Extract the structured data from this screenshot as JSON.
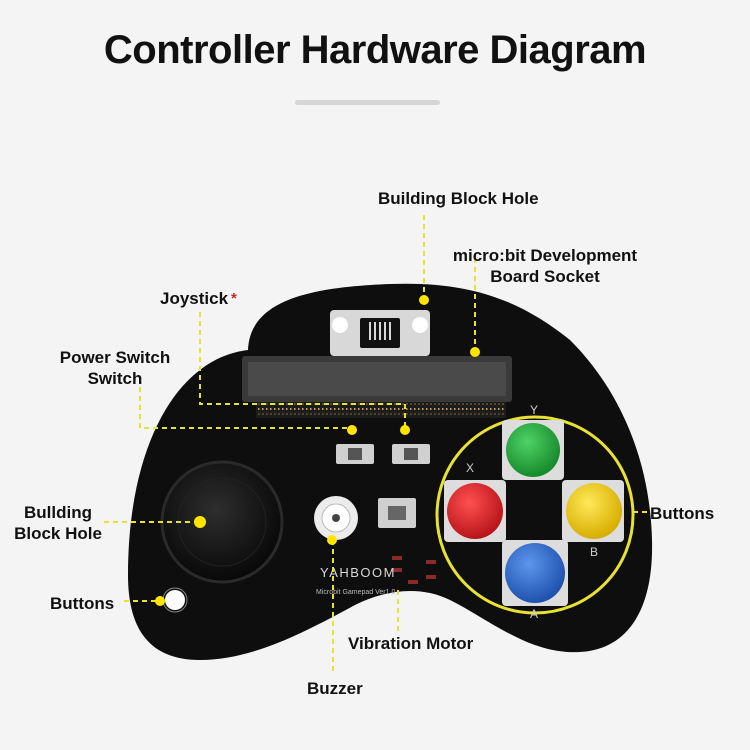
{
  "title": "Controller Hardware Diagram",
  "board": {
    "brand": "YAHBOOM",
    "model": "Microbit Gamepad Ver1.0",
    "button_letters": {
      "y": "Y",
      "x": "X",
      "b": "B",
      "a": "A"
    }
  },
  "labels": {
    "building_block_hole_top": "Building Block Hole",
    "microbit_socket_line1": "micro:bit Development",
    "microbit_socket_line2": "Board Socket",
    "joystick": "Joystick",
    "joystick_marker": "*",
    "power_switch_line1": "Power Switch",
    "power_switch_line2": "Switch",
    "building_block_hole_left_line1": "Bullding",
    "building_block_hole_left_line2": "Block Hole",
    "buttons_left": "Buttons",
    "buttons_right": "Buttons",
    "vibration_motor": "Vibration Motor",
    "buzzer": "Buzzer"
  },
  "colors": {
    "board": "#0e0e0e",
    "callout": "#e8e233",
    "button_green": "#22a83a",
    "button_red": "#e0262a",
    "button_yellow": "#f6d012",
    "button_blue": "#2f6fd2"
  }
}
